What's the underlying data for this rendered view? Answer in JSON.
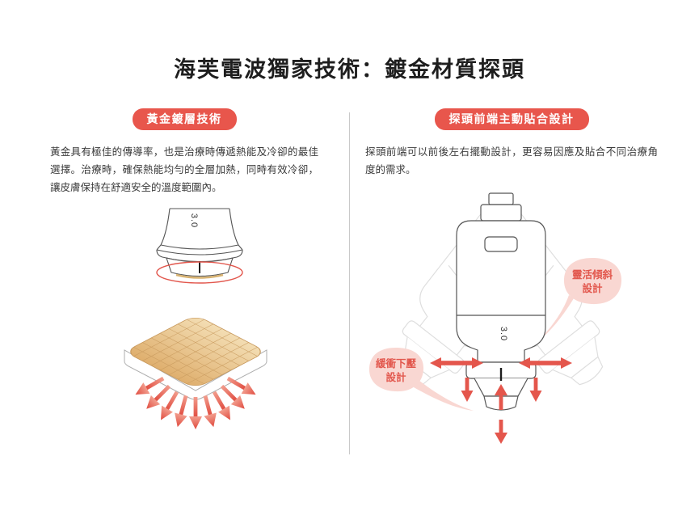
{
  "page": {
    "title": "海芙電波獨家技術：鍍金材質探頭"
  },
  "left": {
    "badge": "黃金鍍層技術",
    "body": "黃金具有極佳的傳導率，也是治療時傳遞熱能及冷卻的最佳選擇。治療時，確保熱能均勻的全層加熱，同時有效冷卻，讓皮膚保持在舒適安全的溫度範圍內。",
    "probe_depth_label": "3.0"
  },
  "right": {
    "badge": "探頭前端主動貼合設計",
    "body": "探頭前端可以前後左右擺動設計，更容易因應及貼合不同治療角度的需求。",
    "probe_depth_label": "3.0",
    "callout_tilt": {
      "line1": "靈活傾斜",
      "line2": "設計"
    },
    "callout_press": {
      "line1": "緩衝下壓",
      "line2": "設計"
    }
  },
  "colors": {
    "accent_red": "#e8564c",
    "callout_text_red": "#e2574d",
    "callout_pink": "#f9d7d2",
    "gold": "#e3b97f",
    "line_gray": "#555555",
    "ghost_gray": "#d4d4d4"
  }
}
